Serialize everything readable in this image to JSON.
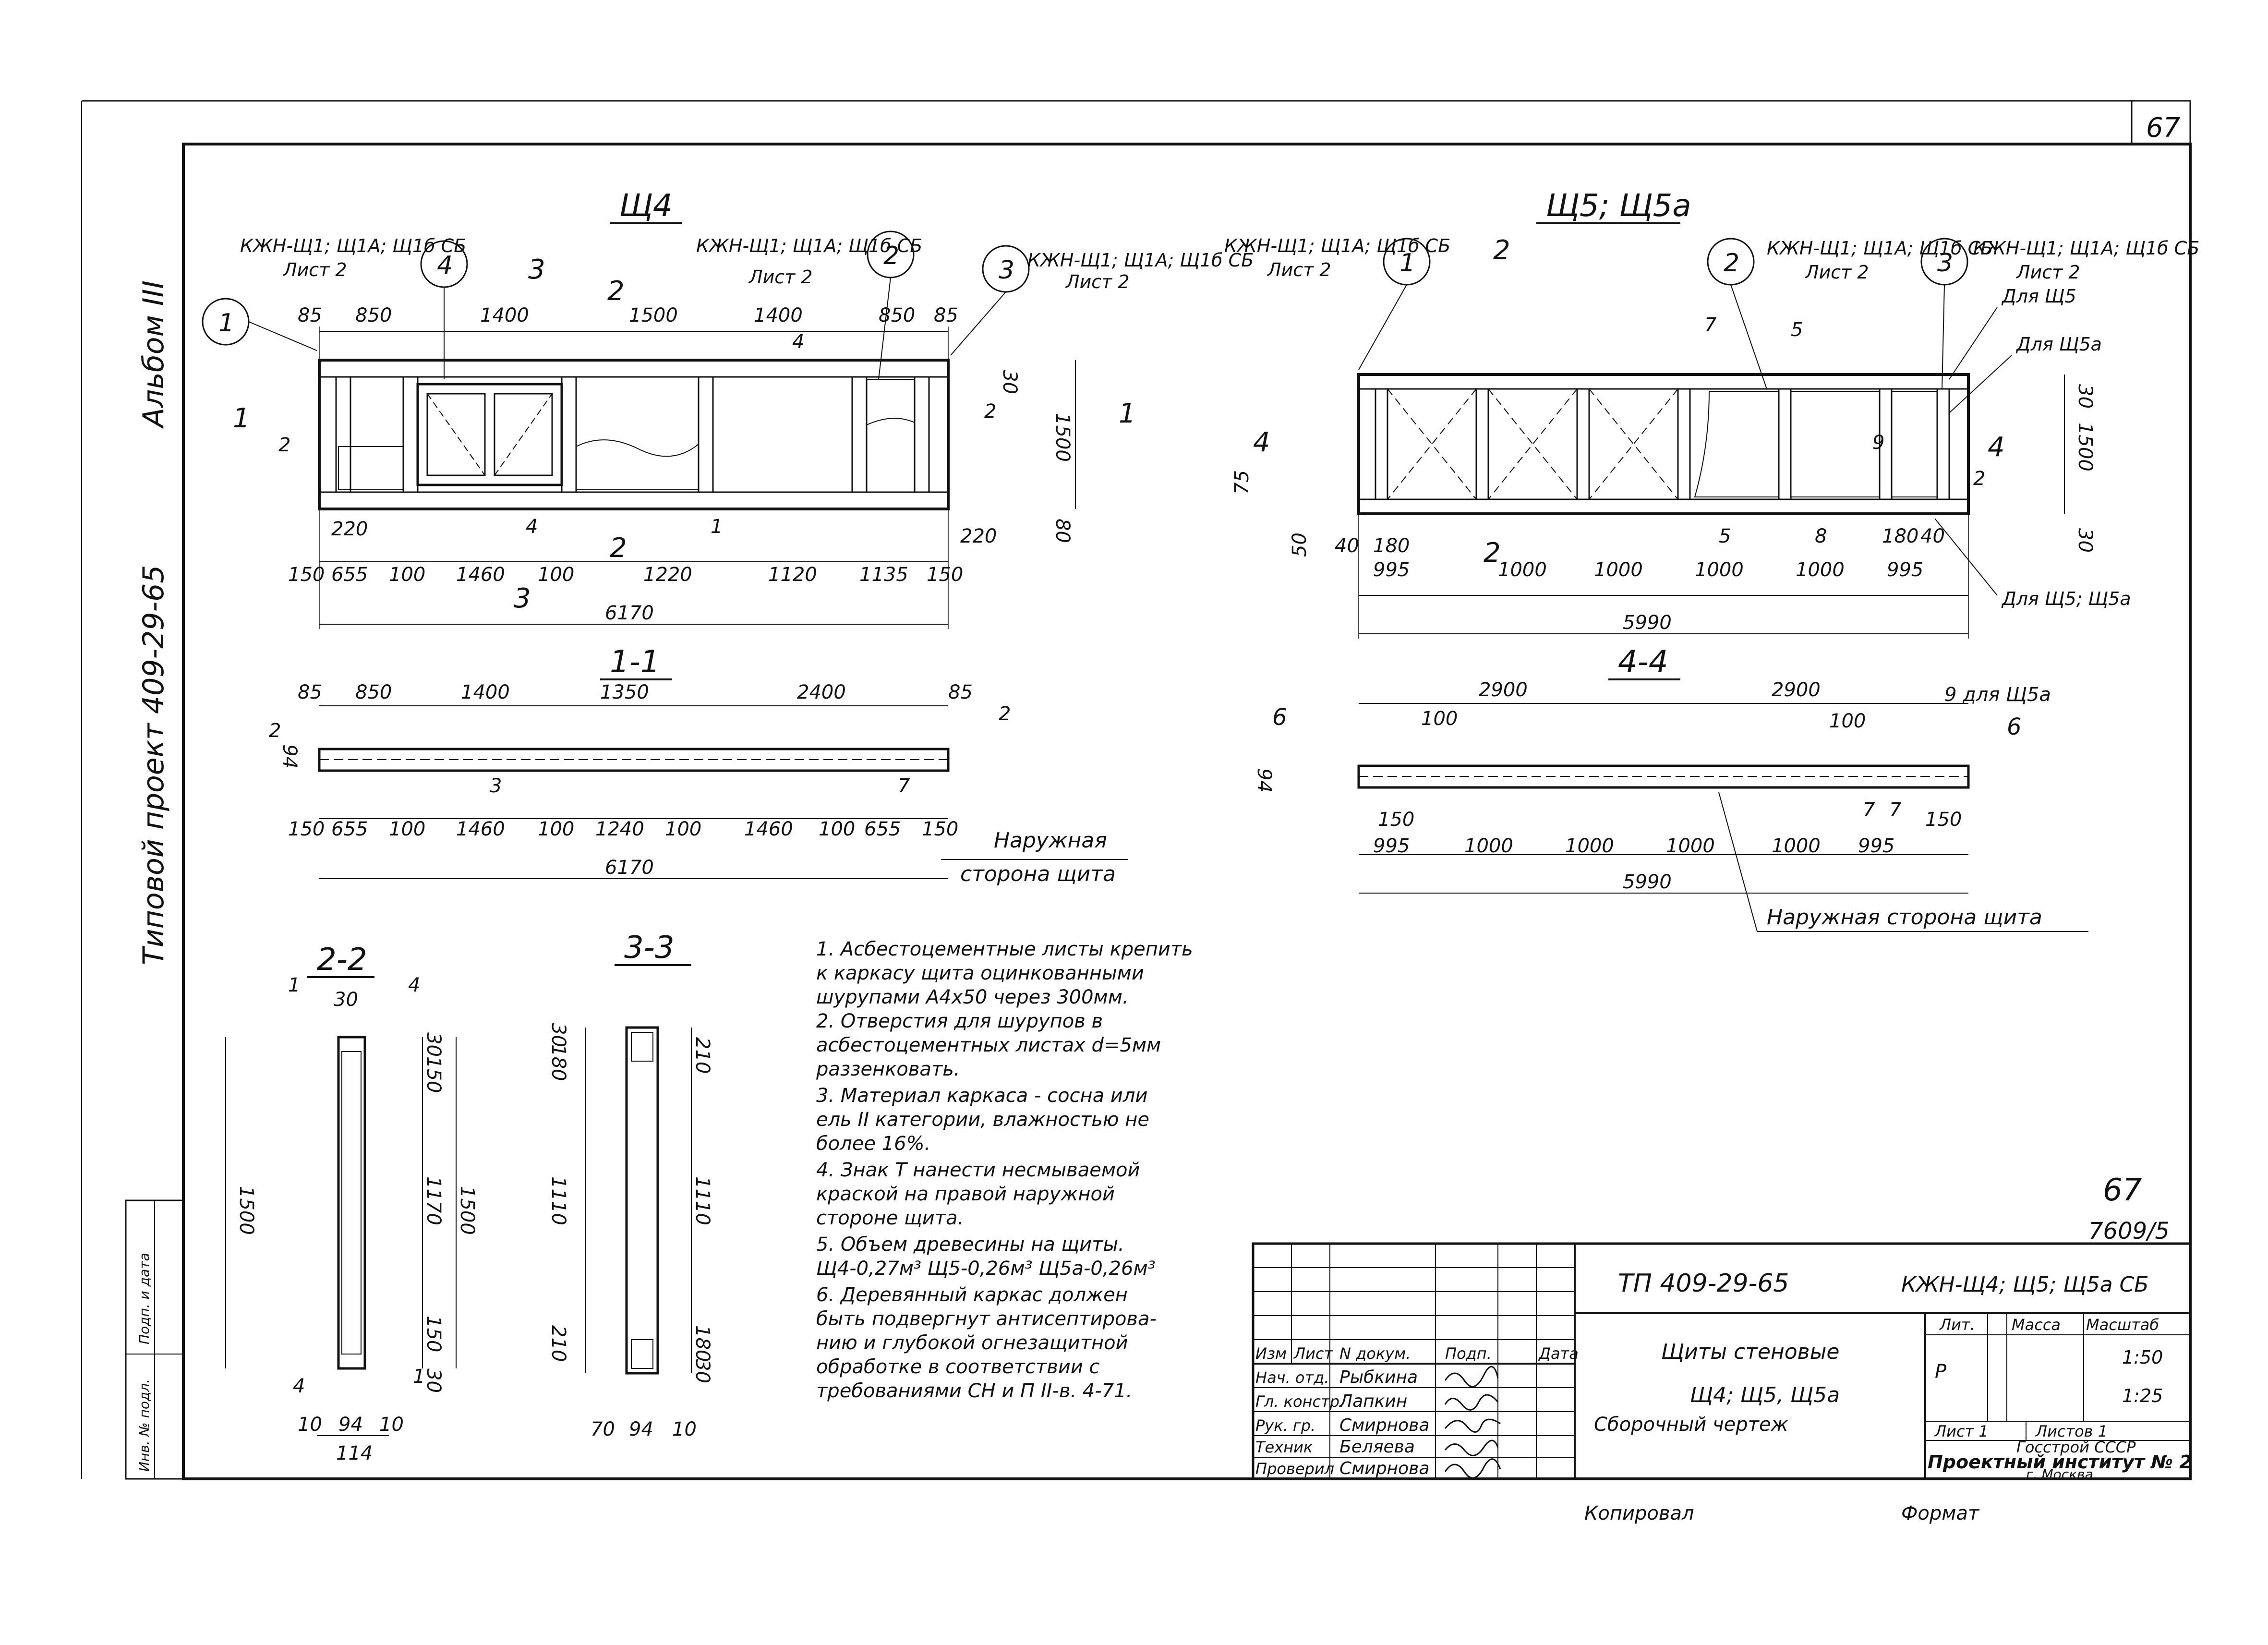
{
  "sheet": {
    "page_number": "67",
    "page_number_2": "67",
    "archive_number": "7609/5",
    "side_label": "Типовой проект 409-29-65",
    "album": "Альбом III",
    "copied_by": "Копировал",
    "format": "Формат"
  },
  "views": {
    "shch4": {
      "title": "Щ4",
      "ref_left": "КЖН-Щ1; Щ1А; Щ1б СБ",
      "ref_left_sheet": "Лист 2",
      "ref_mid": "КЖН-Щ1; Щ1А; Щ1б СБ",
      "ref_mid_sheet": "Лист 2",
      "ref_right": "КЖН-Щ1; Щ1А; Щ1б СБ",
      "ref_right_sheet": "Лист 2",
      "callouts": [
        "1",
        "2",
        "3",
        "4"
      ],
      "marks": [
        "1",
        "2",
        "4"
      ],
      "top_dims": [
        "85",
        "850",
        "1400",
        "1500",
        "1400",
        "850",
        "85"
      ],
      "bottom_dims": [
        "150",
        "655",
        "100",
        "1460",
        "100",
        "1220",
        "1120",
        "1135",
        "150"
      ],
      "small_dims": [
        "220",
        "220"
      ],
      "side_dims": [
        "30",
        "1500",
        "80"
      ],
      "total": "6170",
      "section_marks": [
        "1",
        "2",
        "3"
      ]
    },
    "shch5": {
      "title": "Щ5; Щ5а",
      "ref_left": "КЖН-Щ1; Щ1А; Щ1б СБ",
      "ref_left_sheet": "Лист 2",
      "ref_mid": "КЖН-Щ1; Щ1А; Щ1б СБ",
      "ref_mid_sheet": "Лист 2",
      "ref_right": "КЖН-Щ1; Щ1А; Щ1б СБ",
      "ref_right_sheet": "Лист 2",
      "note_a": "Для Щ5",
      "note_b": "Для Щ5а",
      "note_c": "Для Щ5; Щ5а",
      "callouts": [
        "1",
        "2",
        "3"
      ],
      "marks": [
        "5",
        "7",
        "5",
        "8",
        "9",
        "2"
      ],
      "bottom_dims": [
        "995",
        "1000",
        "1000",
        "1000",
        "1000",
        "995"
      ],
      "small_dims": [
        "180",
        "180",
        "40",
        "40"
      ],
      "side_dims": [
        "30",
        "1500",
        "30",
        "75",
        "50"
      ],
      "total": "5990",
      "section_marks": [
        "2",
        "4"
      ]
    },
    "sec_1_1": {
      "title": "1-1",
      "top_dims": [
        "85",
        "850",
        "1400",
        "1350",
        "2400",
        "85"
      ],
      "bottom_dims": [
        "150",
        "655",
        "100",
        "1460",
        "100",
        "1240",
        "100",
        "1460",
        "100",
        "655",
        "150"
      ],
      "total": "6170",
      "thk": "94",
      "marks": [
        "2",
        "3",
        "2",
        "7"
      ],
      "outer": "Наружная",
      "outer2": "сторона щита"
    },
    "sec_4_4": {
      "title": "4-4",
      "top_dims": [
        "2900",
        "2900"
      ],
      "small_dims": [
        "100",
        "100"
      ],
      "bottom_dims": [
        "995",
        "1000",
        "1000",
        "1000",
        "1000",
        "995"
      ],
      "edge_dims": [
        "150",
        "150"
      ],
      "total": "5990",
      "thk": "94",
      "marks": [
        "6",
        "9 для Щ5а",
        "6",
        "7",
        "7"
      ],
      "outer": "Наружная сторона щита"
    },
    "sec_2_2": {
      "title": "2-2",
      "dims_top": [
        "30"
      ],
      "dims_right": [
        "30",
        "150",
        "1170",
        "150",
        "30"
      ],
      "dim_left": "1500",
      "dim_right_total": "1500",
      "dims_bottom": [
        "10",
        "94",
        "10"
      ],
      "total_bottom": "114",
      "marks": [
        "1",
        "4",
        "4",
        "1"
      ]
    },
    "sec_3_3": {
      "title": "3-3",
      "dims_left": [
        "30",
        "180",
        "1110",
        "210"
      ],
      "dims_right": [
        "210",
        "1110",
        "180",
        "30"
      ],
      "dims_bottom": [
        "70",
        "94",
        "10"
      ]
    }
  },
  "notes": [
    "1. Асбестоцементные листы крепить",
    "к каркасу щита оцинкованными",
    "шурупами А4х50 через 300мм.",
    "2. Отверстия для шурупов в",
    "асбестоцементных листах d=5мм",
    "раззенковать.",
    "3. Материал каркаса - сосна или",
    "ель II категории, влажностью не",
    "более 16%.",
    "4. Знак Т нанести несмываемой",
    "краской на правой наружной",
    "стороне щита.",
    "5. Объем древесины на щиты.",
    "Щ4-0,27м³ Щ5-0,26м³ Щ5а-0,26м³",
    "6. Деревянный каркас должен",
    "быть подвергнут антисептирова-",
    "нию и глубокой огнезащитной",
    "обработке в соответствии с",
    "требованиями СН и П II-в. 4-71."
  ],
  "title_block": {
    "project_code": "ТП 409-29-65",
    "drawing_code": "КЖН-Щ4; Щ5; Щ5а СБ",
    "name_1": "Щиты стеновые",
    "name_2": "Щ4; Щ5, Щ5а",
    "name_3": "Сборочный чертеж",
    "col_headers": [
      "Изм",
      "Лист",
      "N докум.",
      "Подп.",
      "Дата"
    ],
    "roles": [
      "Нач. отд.",
      "Гл. констр.",
      "Рук. гр.",
      "Техник",
      "Проверил"
    ],
    "names": [
      "Рыбкина",
      "Лапкин",
      "Смирнова",
      "Беляева",
      "Смирнова"
    ],
    "lit_header": "Лит.",
    "mass_header": "Масса",
    "scale_header": "Масштаб",
    "lit_value": "Р",
    "scale_1": "1:50",
    "scale_2": "1:25",
    "sheet_label": "Лист 1",
    "sheets_label": "Листов 1",
    "org_1": "Госстрой СССР",
    "org_2": "Проектный институт № 2",
    "org_3": "г. Москва"
  },
  "stamp_column": {
    "inv_no": "Инв. № подл.",
    "sign_date": "Подп. и дата"
  }
}
